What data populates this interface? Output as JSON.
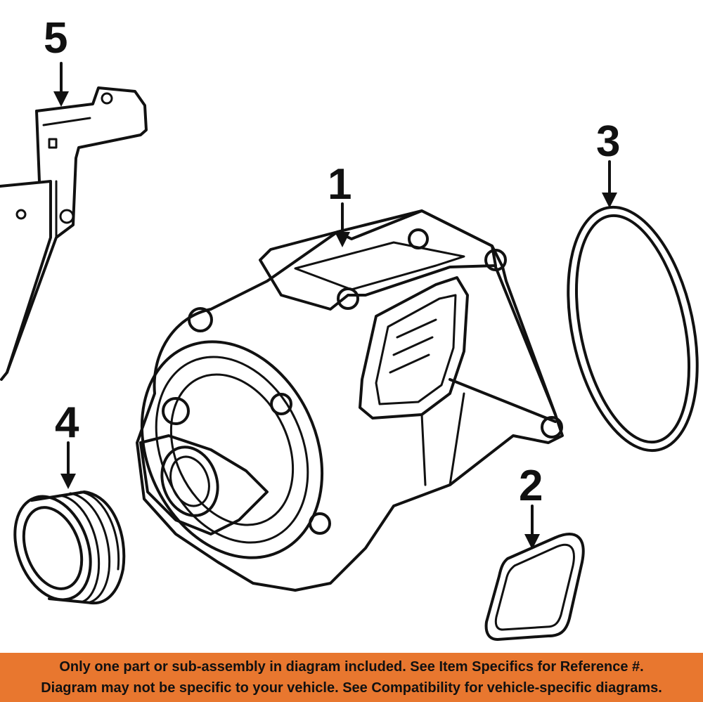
{
  "callouts": {
    "c1": "1",
    "c2": "2",
    "c3": "3",
    "c4": "4",
    "c5": "5"
  },
  "banner": {
    "line1": "Only one part or sub-assembly in diagram included. See Item Specifics for Reference #.",
    "line2": "Diagram may not be specific to your vehicle. See Compatibility for vehicle-specific diagrams."
  },
  "colors": {
    "banner_bg": "#e8772f",
    "line": "#111111",
    "background": "#ffffff"
  }
}
